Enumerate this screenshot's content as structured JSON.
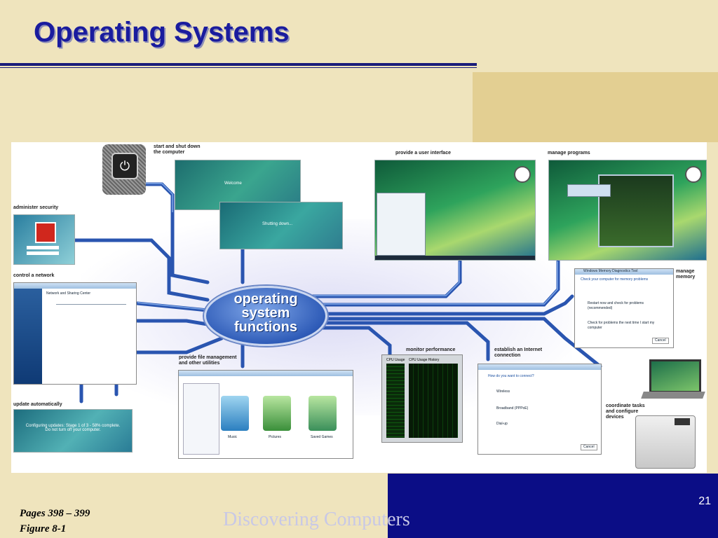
{
  "slide": {
    "title": "Operating Systems",
    "page_number": "21",
    "footer_pages_line1": "Pages 398 – 399",
    "footer_pages_line2": "Figure 8-1",
    "footer_text": "Discovering Computers"
  },
  "figure": {
    "center_label": "operating\nsystem\nfunctions",
    "labels": {
      "start_shutdown": "start and shut down\nthe computer",
      "user_interface": "provide a user interface",
      "manage_programs": "manage programs",
      "administer_security": "administer security",
      "control_network": "control a network",
      "manage_memory": "manage\nmemory",
      "file_management": "provide file management\nand other utilities",
      "monitor_performance": "monitor performance",
      "internet_connection": "establish an Internet\nconnection",
      "update_automatically": "update automatically",
      "coordinate_tasks": "coordinate tasks\nand configure\ndevices"
    },
    "screens": {
      "welcome": "Welcome",
      "shutting_down": "Shutting down...",
      "update_msg": "Configuring updates: Stage 1 of 3 - 58% complete.\nDo not turn off your computer.",
      "memory_title": "Windows Memory Diagnostics Tool",
      "memory_heading": "Check your computer for memory problems",
      "memory_option1": "Restart now and check for problems\n(recommended)",
      "memory_option2": "Check for problems the next time I start my\ncomputer",
      "memory_cancel": "Cancel",
      "network_title": "Network and Sharing Center",
      "connect_heading": "How do you want to connect?",
      "connect_opt1": "Wireless",
      "connect_opt2": "Broadband (PPPoE)",
      "connect_opt3": "Dial-up",
      "connect_cancel": "Cancel",
      "perf_cpu": "CPU Usage",
      "perf_cpu_history": "CPU Usage History",
      "file_music": "Music",
      "file_pictures": "Pictures",
      "file_games": "Saved Games"
    }
  },
  "colors": {
    "title": "#1a1c9e",
    "footer_bar": "#0b0d86",
    "background": "#efe4bd",
    "pipe": "#2a55b0"
  }
}
